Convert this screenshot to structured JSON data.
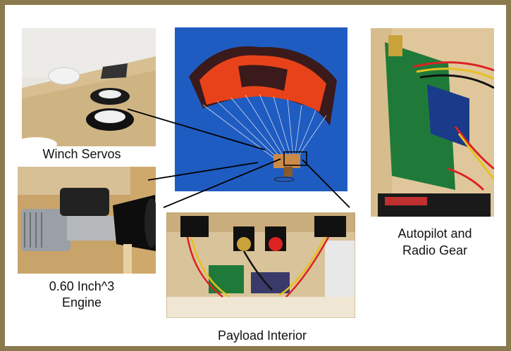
{
  "captions": {
    "winch": "Winch Servos",
    "engine_line1": "0.60 Inch^3",
    "engine_line2": "Engine",
    "payload": "Payload Interior",
    "autopilot_line1": "Autopilot and",
    "autopilot_line2": "Radio Gear"
  },
  "colors": {
    "frame": "#8a7a4e",
    "sky": "#1f5cc2",
    "canopy_red": "#e8421a",
    "canopy_dark": "#3a1a1a",
    "pcb_green": "#1f7a3a",
    "wood": "#d9c39a"
  }
}
